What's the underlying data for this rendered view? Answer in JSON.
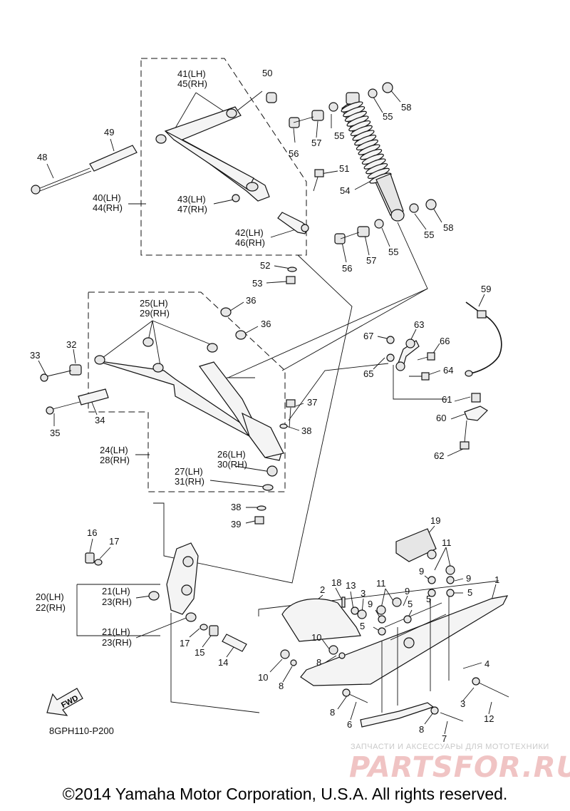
{
  "labels": [
    {
      "t": "41(LH)"
    },
    {
      "t": "45(RH)"
    },
    {
      "t": "50"
    },
    {
      "t": "49"
    },
    {
      "t": "48"
    },
    {
      "t": "40(LH)"
    },
    {
      "t": "44(RH)"
    },
    {
      "t": "43(LH)"
    },
    {
      "t": "47(RH)"
    },
    {
      "t": "42(LH)"
    },
    {
      "t": "46(RH)"
    },
    {
      "t": "51"
    },
    {
      "t": "52"
    },
    {
      "t": "53"
    },
    {
      "t": "55"
    },
    {
      "t": "58"
    },
    {
      "t": "56"
    },
    {
      "t": "57"
    },
    {
      "t": "55"
    },
    {
      "t": "54"
    },
    {
      "t": "55"
    },
    {
      "t": "58"
    },
    {
      "t": "56"
    },
    {
      "t": "57"
    },
    {
      "t": "55"
    },
    {
      "t": "25(LH)"
    },
    {
      "t": "29(RH)"
    },
    {
      "t": "36"
    },
    {
      "t": "36"
    },
    {
      "t": "33"
    },
    {
      "t": "32"
    },
    {
      "t": "35"
    },
    {
      "t": "34"
    },
    {
      "t": "37"
    },
    {
      "t": "38"
    },
    {
      "t": "24(LH)"
    },
    {
      "t": "28(RH)"
    },
    {
      "t": "26(LH)"
    },
    {
      "t": "30(RH)"
    },
    {
      "t": "27(LH)"
    },
    {
      "t": "31(RH)"
    },
    {
      "t": "38"
    },
    {
      "t": "39"
    },
    {
      "t": "59"
    },
    {
      "t": "63"
    },
    {
      "t": "67"
    },
    {
      "t": "66"
    },
    {
      "t": "65"
    },
    {
      "t": "64"
    },
    {
      "t": "61"
    },
    {
      "t": "60"
    },
    {
      "t": "62"
    },
    {
      "t": "16"
    },
    {
      "t": "17"
    },
    {
      "t": "20(LH)"
    },
    {
      "t": "22(RH)"
    },
    {
      "t": "21(LH)"
    },
    {
      "t": "23(RH)"
    },
    {
      "t": "21(LH)"
    },
    {
      "t": "23(RH)"
    },
    {
      "t": "17"
    },
    {
      "t": "15"
    },
    {
      "t": "14"
    },
    {
      "t": "19"
    },
    {
      "t": "11"
    },
    {
      "t": "9"
    },
    {
      "t": "9"
    },
    {
      "t": "5"
    },
    {
      "t": "1"
    },
    {
      "t": "18"
    },
    {
      "t": "13"
    },
    {
      "t": "2"
    },
    {
      "t": "3"
    },
    {
      "t": "11"
    },
    {
      "t": "9"
    },
    {
      "t": "9"
    },
    {
      "t": "5"
    },
    {
      "t": "5"
    },
    {
      "t": "5"
    },
    {
      "t": "10"
    },
    {
      "t": "8"
    },
    {
      "t": "10"
    },
    {
      "t": "8"
    },
    {
      "t": "4"
    },
    {
      "t": "8"
    },
    {
      "t": "6"
    },
    {
      "t": "3"
    },
    {
      "t": "12"
    },
    {
      "t": "8"
    },
    {
      "t": "7"
    }
  ],
  "fwd_label": "FWD",
  "diagram_code": "8GPH110-P200",
  "watermark": {
    "tagline": "ЗАПЧАСТИ И АКСЕССУАРЫ ДЛЯ МОТОТЕХНИКИ",
    "logo": "PARTSFOR.RU"
  },
  "copyright": "©2014 Yamaha Motor Corporation, U.S.A. All rights reserved.",
  "colors": {
    "ink": "#111111",
    "watermark_red": "#f0c4c4",
    "watermark_grey": "#c9c9c9"
  }
}
